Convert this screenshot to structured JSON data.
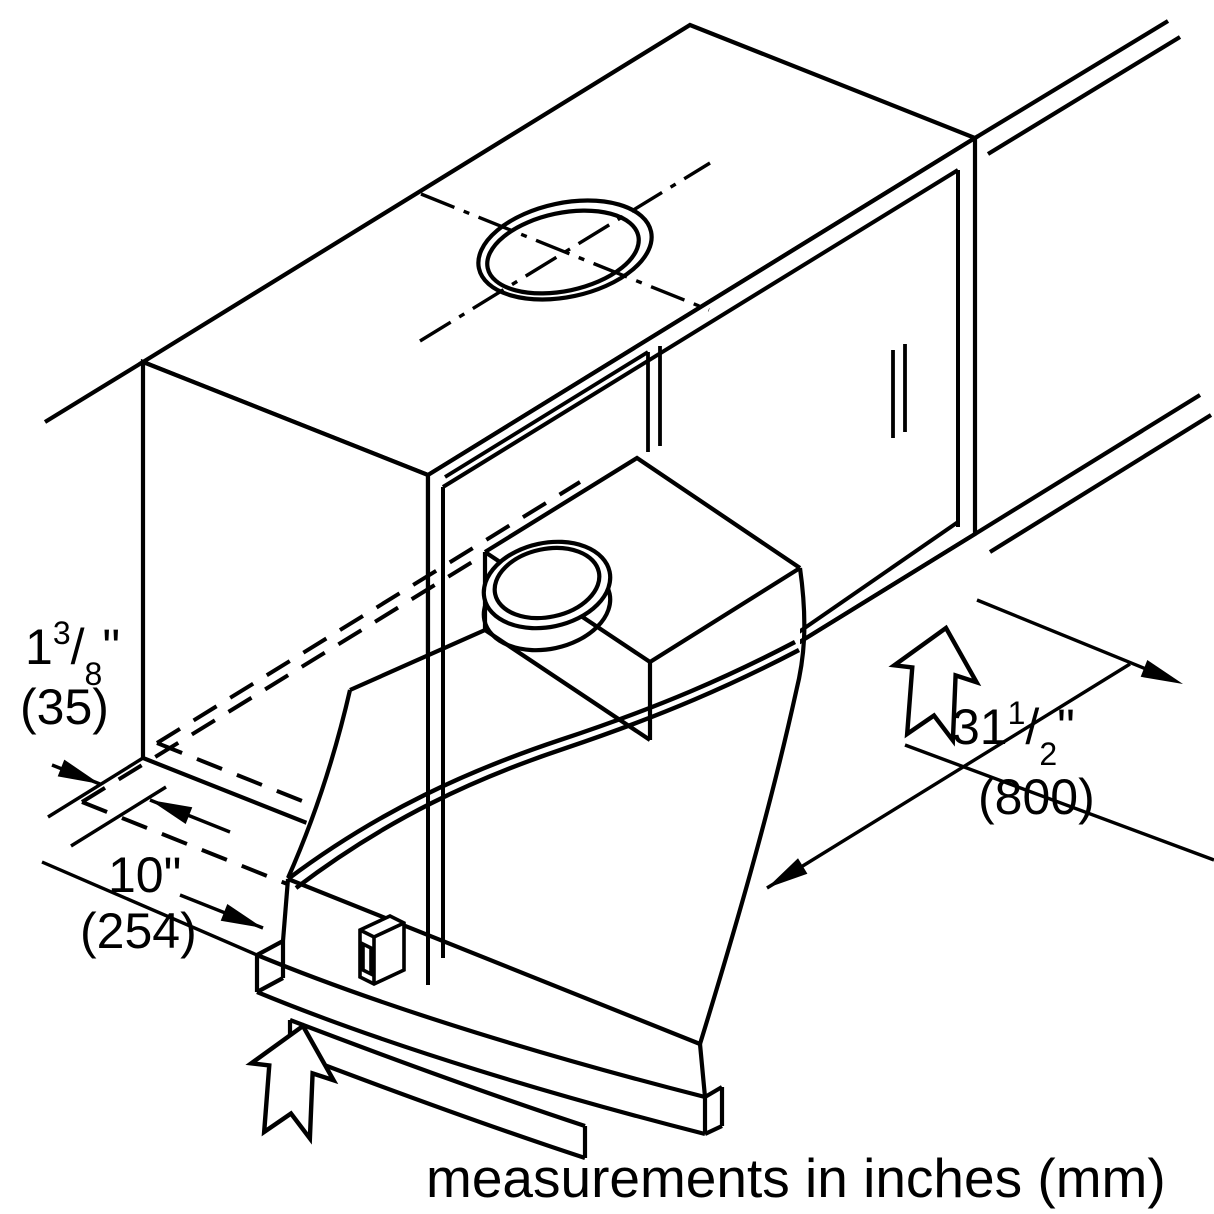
{
  "page": {
    "background": "#ffffff",
    "line_color": "#000000",
    "description": "Isometric installation diagram of telescopic hood insert into wall cabinet"
  },
  "labels": {
    "dim_35": {
      "whole": "1",
      "numerator": "3",
      "slash": "/",
      "denominator": "8",
      "unit": "\"",
      "metric": "(35)"
    },
    "dim_254": {
      "value": "10\"",
      "metric": "(254)"
    },
    "dim_800": {
      "whole": "31",
      "numerator": "1",
      "slash": "/",
      "denominator": "2",
      "unit": "\"",
      "metric": "(800)"
    },
    "caption": "measurements in inches (mm)"
  }
}
